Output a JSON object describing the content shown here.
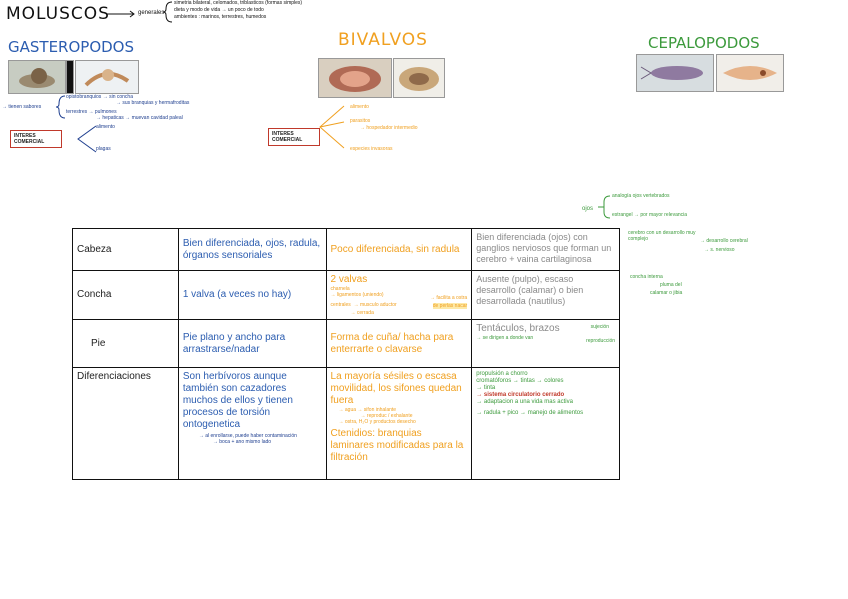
{
  "header": {
    "title": "MOLUSCOS",
    "generales_label": "generales",
    "notes": [
      "simetria bilateral, celomados, triblasticos (formas simples)",
      "dieta y modo de vida → un poco de todo",
      "ambientes : marinos, terrestres, humedos"
    ]
  },
  "sections": {
    "gasteropodos": {
      "title": "GASTEROPODOS"
    },
    "bivalvos": {
      "title": "BIVALVOS"
    },
    "cefalopodos": {
      "title": "CEPALOPODOS"
    }
  },
  "gastero_notes": {
    "left": "→ tienen sabores",
    "branch1": "opistobranquios → sin concha",
    "branch1b": "→ sus branquias y hermafroditas",
    "branch2": "terrestres → pulmones",
    "branch3": "→ hepaticas → muevan cavidad paleal",
    "interes": "INTERES COMERCIAL",
    "interes_1": "alimento",
    "interes_2": "plagas"
  },
  "bivalvo_notes": {
    "interes": "INTERES COMERCIAL",
    "n1": "alimento",
    "n2": "parasitos",
    "n3": "→ hospedador intermedio",
    "n4": "especies invasoras"
  },
  "cefalo_notes": {
    "ojos": "ojos",
    "ojos_1": "analogía ojos vertebrados",
    "ojos_2": "estrangel → por mayor relevancia",
    "cerebro_1": "cerebro con un desarrollo muy complejo",
    "cerebro_2": "→ desarrollo cerebral",
    "cerebro_3": "→ s. nervioso",
    "concha_1": "concha interna",
    "concha_2": "pluma del",
    "concha_3": "calamar o jibia"
  },
  "table": {
    "rows": [
      {
        "head": "Cabeza",
        "gastero": "Bien diferenciada, ojos, radula, órganos sensoriales",
        "bivalvo": "Poco diferenciada, sin radula",
        "cefalo": "Bien diferenciada (ojos) con ganglios nerviosos que forman un cerebro + vaina cartilaginosa"
      },
      {
        "head": "Concha",
        "gastero": "1 valva (a veces no hay)",
        "bivalvo": "2 valvas",
        "bivalvo_notes": [
          "charnela",
          "→ ligamentos (uniendo)",
          "centrales",
          "→ musculo aductor",
          "→ cerrada",
          "→ facilita a ostra",
          "de perlas nacar"
        ],
        "cefalo": "Ausente (pulpo), escaso desarrollo (calamar) o bien desarrollada (nautilus)"
      },
      {
        "head": "Pie",
        "gastero": "Pie plano y ancho para arrastrarse/nadar",
        "bivalvo": "Forma de cuña/ hacha para enterrarte o clavarse",
        "cefalo": "Tentáculos, brazos",
        "cefalo_notes": [
          "→ se dirigen a donde van",
          "sujeción",
          "reproducción"
        ]
      },
      {
        "head": "Diferenciaciones",
        "gastero": "Son  herbívoros aunque también  son cazadores muchos de ellos y tienen procesos de torsión ontogenetica",
        "gastero_notes": [
          "→ al enrollarse, puede haber contaminación",
          "→ boca + ano mismo lado"
        ],
        "bivalvo": "La mayoría sésiles o escasa movilidad, los sifones quedan fuera",
        "bivalvo_notes": [
          "→ agua → sifon inhalante",
          "→ reproduc / exhalante",
          "→ ostra, H₂O y productos desecho"
        ],
        "bivalvo2": "Ctenidios: branquias laminares modificadas para la filtración",
        "cefalo_notes": [
          "propulsión a chorro",
          "cromatóforos → tintas → colores",
          "→ tinta",
          "→ sistema circulatorio cerrado",
          "→ adaptacion a una vida mas activa",
          "→ radula + pico → manejo de alimentos"
        ]
      }
    ]
  },
  "colors": {
    "blue": "#2c5db0",
    "orange": "#f0a020",
    "green": "#3c9a3c",
    "red": "#c0392b"
  }
}
